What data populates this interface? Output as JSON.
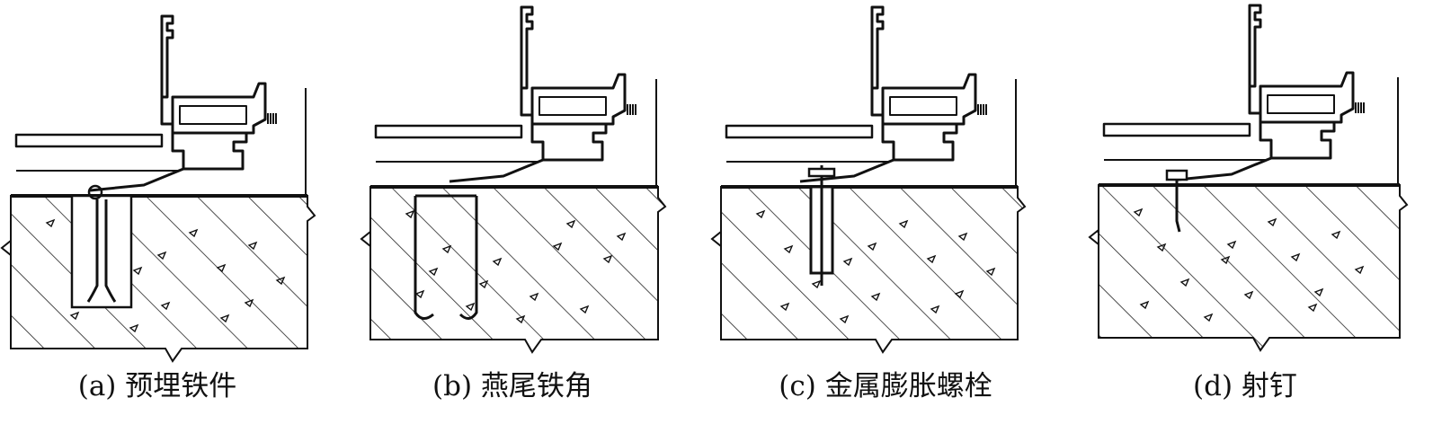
{
  "figure": {
    "panels": [
      {
        "id": "a",
        "caption": "(a) 预埋铁件"
      },
      {
        "id": "b",
        "caption": "(b) 燕尾铁角"
      },
      {
        "id": "c",
        "caption": "(c) 金属膨胀螺栓"
      },
      {
        "id": "d",
        "caption": "(d) 射钉"
      }
    ]
  }
}
